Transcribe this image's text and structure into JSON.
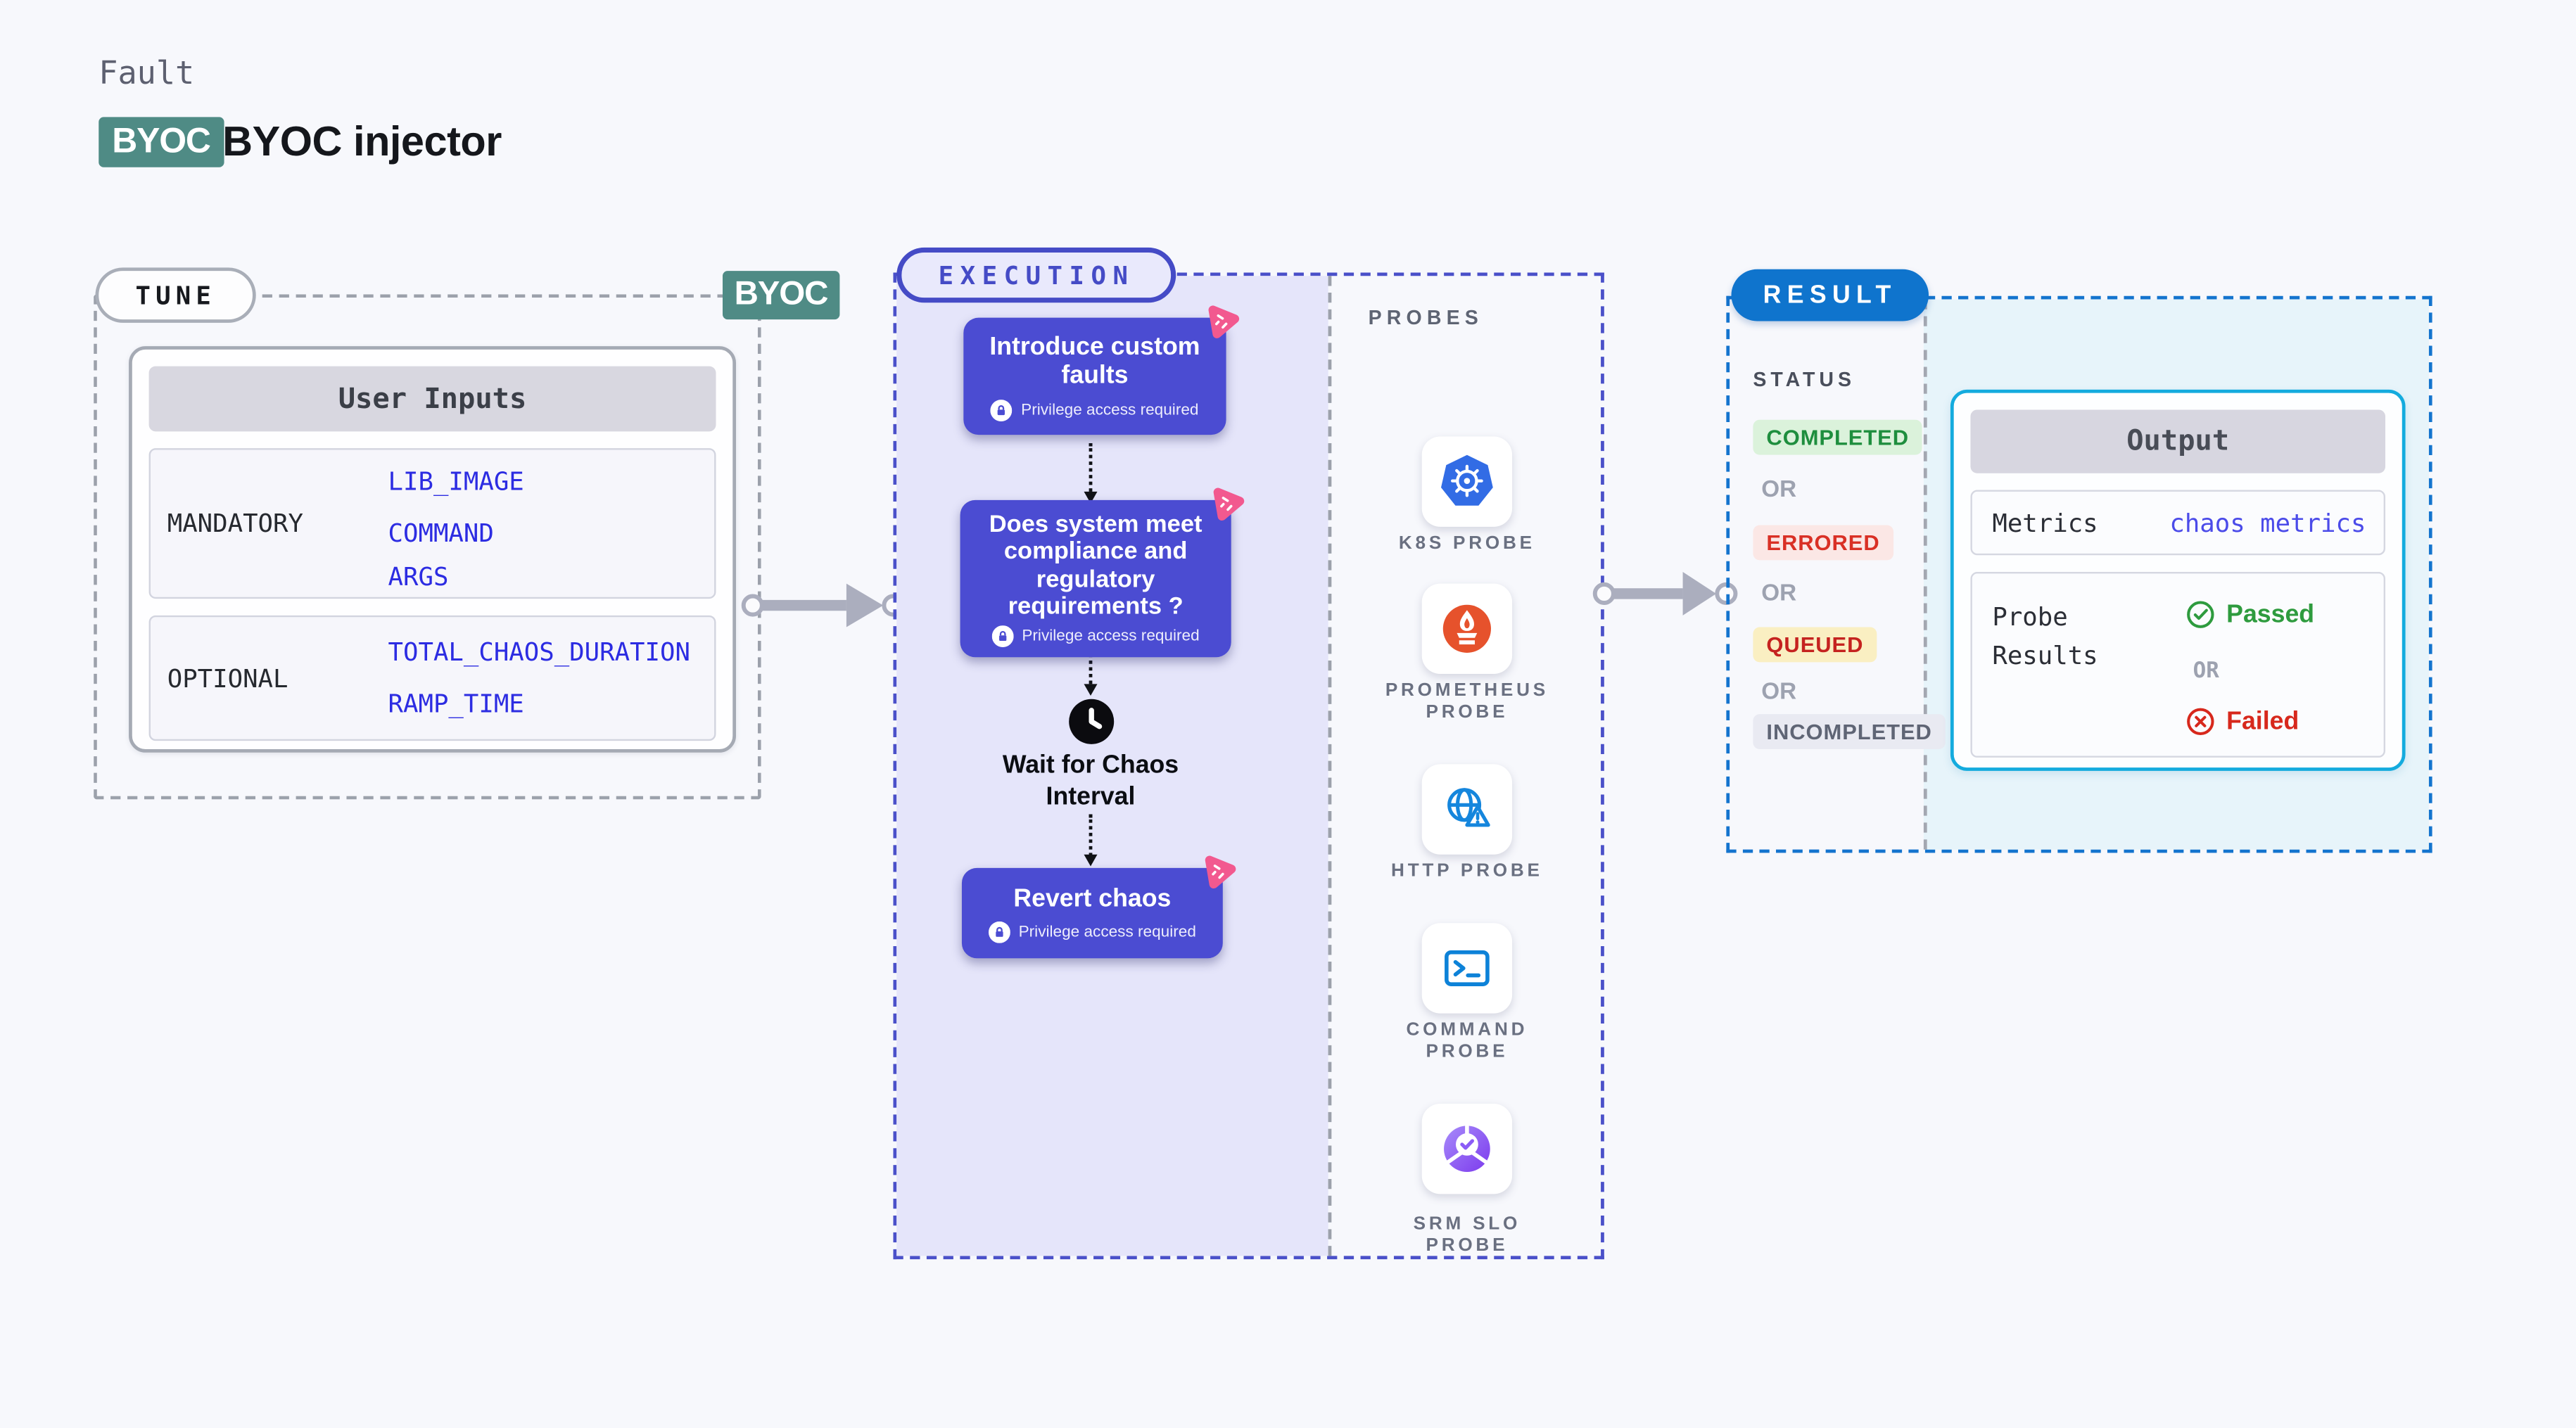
{
  "header": {
    "eyebrow": "Fault",
    "badge": "BYOC",
    "title": "BYOC injector"
  },
  "tune": {
    "label": "TUNE",
    "corner_badge": "BYOC",
    "card": {
      "title": "User Inputs",
      "rows": [
        {
          "label": "MANDATORY",
          "params": [
            "LIB_IMAGE",
            "COMMAND",
            "ARGS"
          ]
        },
        {
          "label": "OPTIONAL",
          "params": [
            "TOTAL_CHAOS_DURATION",
            "RAMP_TIME"
          ]
        }
      ]
    }
  },
  "execution": {
    "label": "EXECUTION",
    "privilege_note": "Privilege access required",
    "steps": {
      "step1": "Introduce custom faults",
      "step2": "Does system meet compliance and regulatory requirements ?",
      "wait": "Wait for Chaos Interval",
      "step3": "Revert chaos"
    }
  },
  "probes": {
    "label": "PROBES",
    "items": [
      {
        "name": "K8S PROBE",
        "icon": "kubernetes-icon"
      },
      {
        "name": "PROMETHEUS PROBE",
        "icon": "prometheus-icon"
      },
      {
        "name": "HTTP PROBE",
        "icon": "http-globe-warning-icon"
      },
      {
        "name": "COMMAND PROBE",
        "icon": "terminal-icon"
      },
      {
        "name": "SRM SLO PROBE",
        "icon": "slo-pie-check-icon"
      }
    ]
  },
  "result": {
    "label": "RESULT",
    "status_label": "STATUS",
    "or": "OR",
    "statuses": [
      {
        "label": "COMPLETED",
        "text_color": "#1E8E3E",
        "bg_color": "#DBF2DB"
      },
      {
        "label": "ERRORED",
        "text_color": "#D93025",
        "bg_color": "#FBE7E5"
      },
      {
        "label": "QUEUED",
        "text_color": "#C5221F",
        "bg_color": "#FAEFC2"
      },
      {
        "label": "INCOMPLETED",
        "text_color": "#5F6575",
        "bg_color": "#E9EAF2"
      }
    ],
    "output": {
      "title": "Output",
      "metrics_label": "Metrics",
      "metrics_value": "chaos metrics",
      "probe_results_label": "Probe Results",
      "passed": "Passed",
      "or": "OR",
      "failed": "Failed"
    }
  },
  "colors": {
    "page_bg": "#F7F8FC",
    "byoc_badge": "#4F8B85",
    "step_box": "#4B4CD2",
    "execution_border": "#4A50C9",
    "execution_fill": "#E5E5FA",
    "chaos_icon_pink": "#F2598F",
    "tune_border": "#9CA1AB",
    "param_text": "#2C2CE2",
    "result_border": "#1474CE",
    "result_pill": "#0F74CD",
    "result_fill": "#E7F4FA",
    "output_card_border": "#14ABDE",
    "passed_green": "#2E9B3E",
    "failed_red": "#D7281C",
    "kubernetes_blue": "#326CE5",
    "prometheus_orange": "#E6522C",
    "http_blue": "#1586DD",
    "terminal_blue": "#0D82D8",
    "slo_purple": "#7C3AED"
  }
}
